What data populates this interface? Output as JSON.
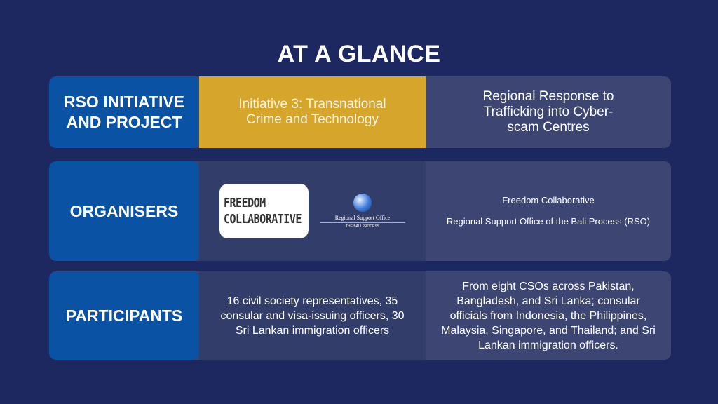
{
  "title": "AT A GLANCE",
  "rows": [
    {
      "label": "RSO INITIATIVE AND PROJECT",
      "middle": "Initiative 3: Transnational Crime and Technology",
      "right": "Regional Response to Trafficking into Cyber-scam Centres"
    },
    {
      "label": "ORGANISERS",
      "logos": {
        "freedom_line1": "FREEDOM",
        "freedom_line2": "COLLABORATIVE",
        "rso_line1": "Regional Support Office",
        "rso_line2": "THE BALI PROCESS"
      },
      "right_line1": "Freedom Collaborative",
      "right_line2": "Regional Support Office of the Bali Process (RSO)"
    },
    {
      "label": "PARTICIPANTS",
      "middle": "16 civil society representatives, 35 consular and visa-issuing officers, 30 Sri Lankan immigration officers",
      "right": "From eight CSOs across Pakistan, Bangladesh, and Sri Lanka; consular officials from Indonesia, the Philippines, Malaysia, Singapore, and Thailand; and Sri Lankan immigration officers."
    }
  ],
  "colors": {
    "background": "#1e2860",
    "label": "#0a52a3",
    "highlight": "#d6a62c"
  }
}
